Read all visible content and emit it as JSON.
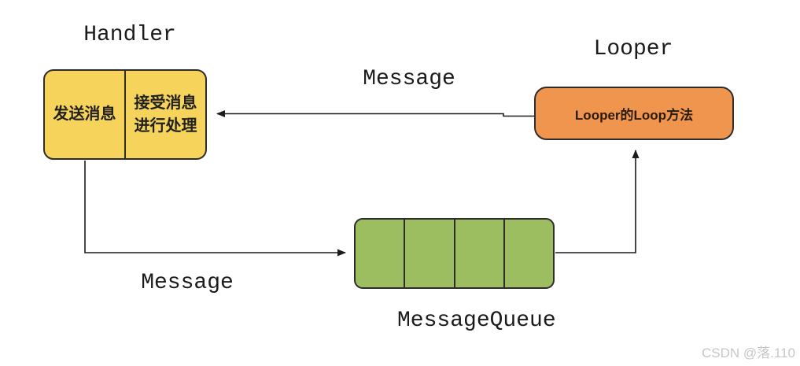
{
  "diagram": {
    "titles": {
      "handler": "Handler",
      "looper": "Looper",
      "message_queue": "MessageQueue"
    },
    "handler_box": {
      "left_cell": "发送消息",
      "right_cell_line1": "接受消息",
      "right_cell_line2": "进行处理"
    },
    "looper_box": {
      "label": "Looper的Loop方法"
    },
    "message_queue_box": {
      "cell_count": 4
    },
    "edge_labels": {
      "looper_to_handler": "Message",
      "handler_to_queue": "Message"
    },
    "colors": {
      "handler_fill": "#f6d35b",
      "looper_fill": "#f0954e",
      "queue_fill": "#9cbe60",
      "box_border": "#2d2d2d",
      "connector": "#1c1c1c",
      "watermark": "#c7c7c7"
    },
    "watermark": "CSDN @落.110"
  }
}
